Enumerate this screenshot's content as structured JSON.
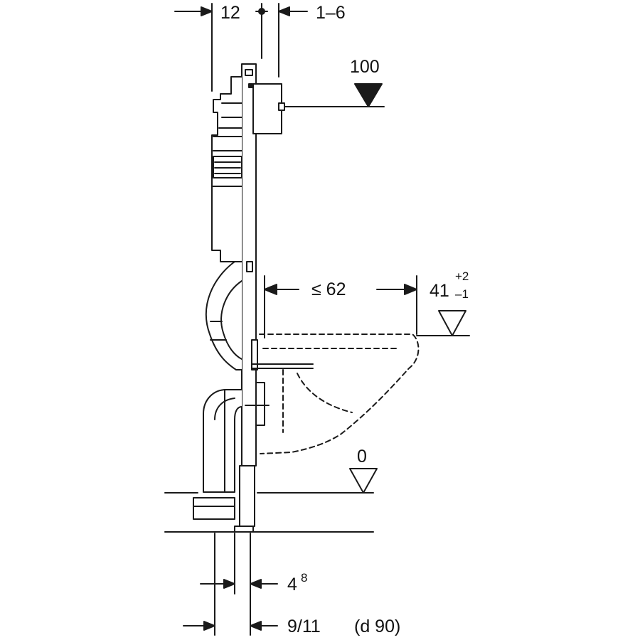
{
  "dimensions": {
    "top_left": "12",
    "top_right": "1–6",
    "actuation_height": "100",
    "bowl_projection": "≤ 62",
    "seat_height": "41",
    "seat_height_tol_plus": "+2",
    "seat_height_tol_minus": "–1",
    "floor_level": "0",
    "bottom_upper": "4",
    "bottom_upper_exp": "8",
    "bottom_lower": "9/11",
    "pipe_diameter": "(d 90)"
  },
  "colors": {
    "line": "#1a1a1a",
    "fill": "#ffffff"
  }
}
